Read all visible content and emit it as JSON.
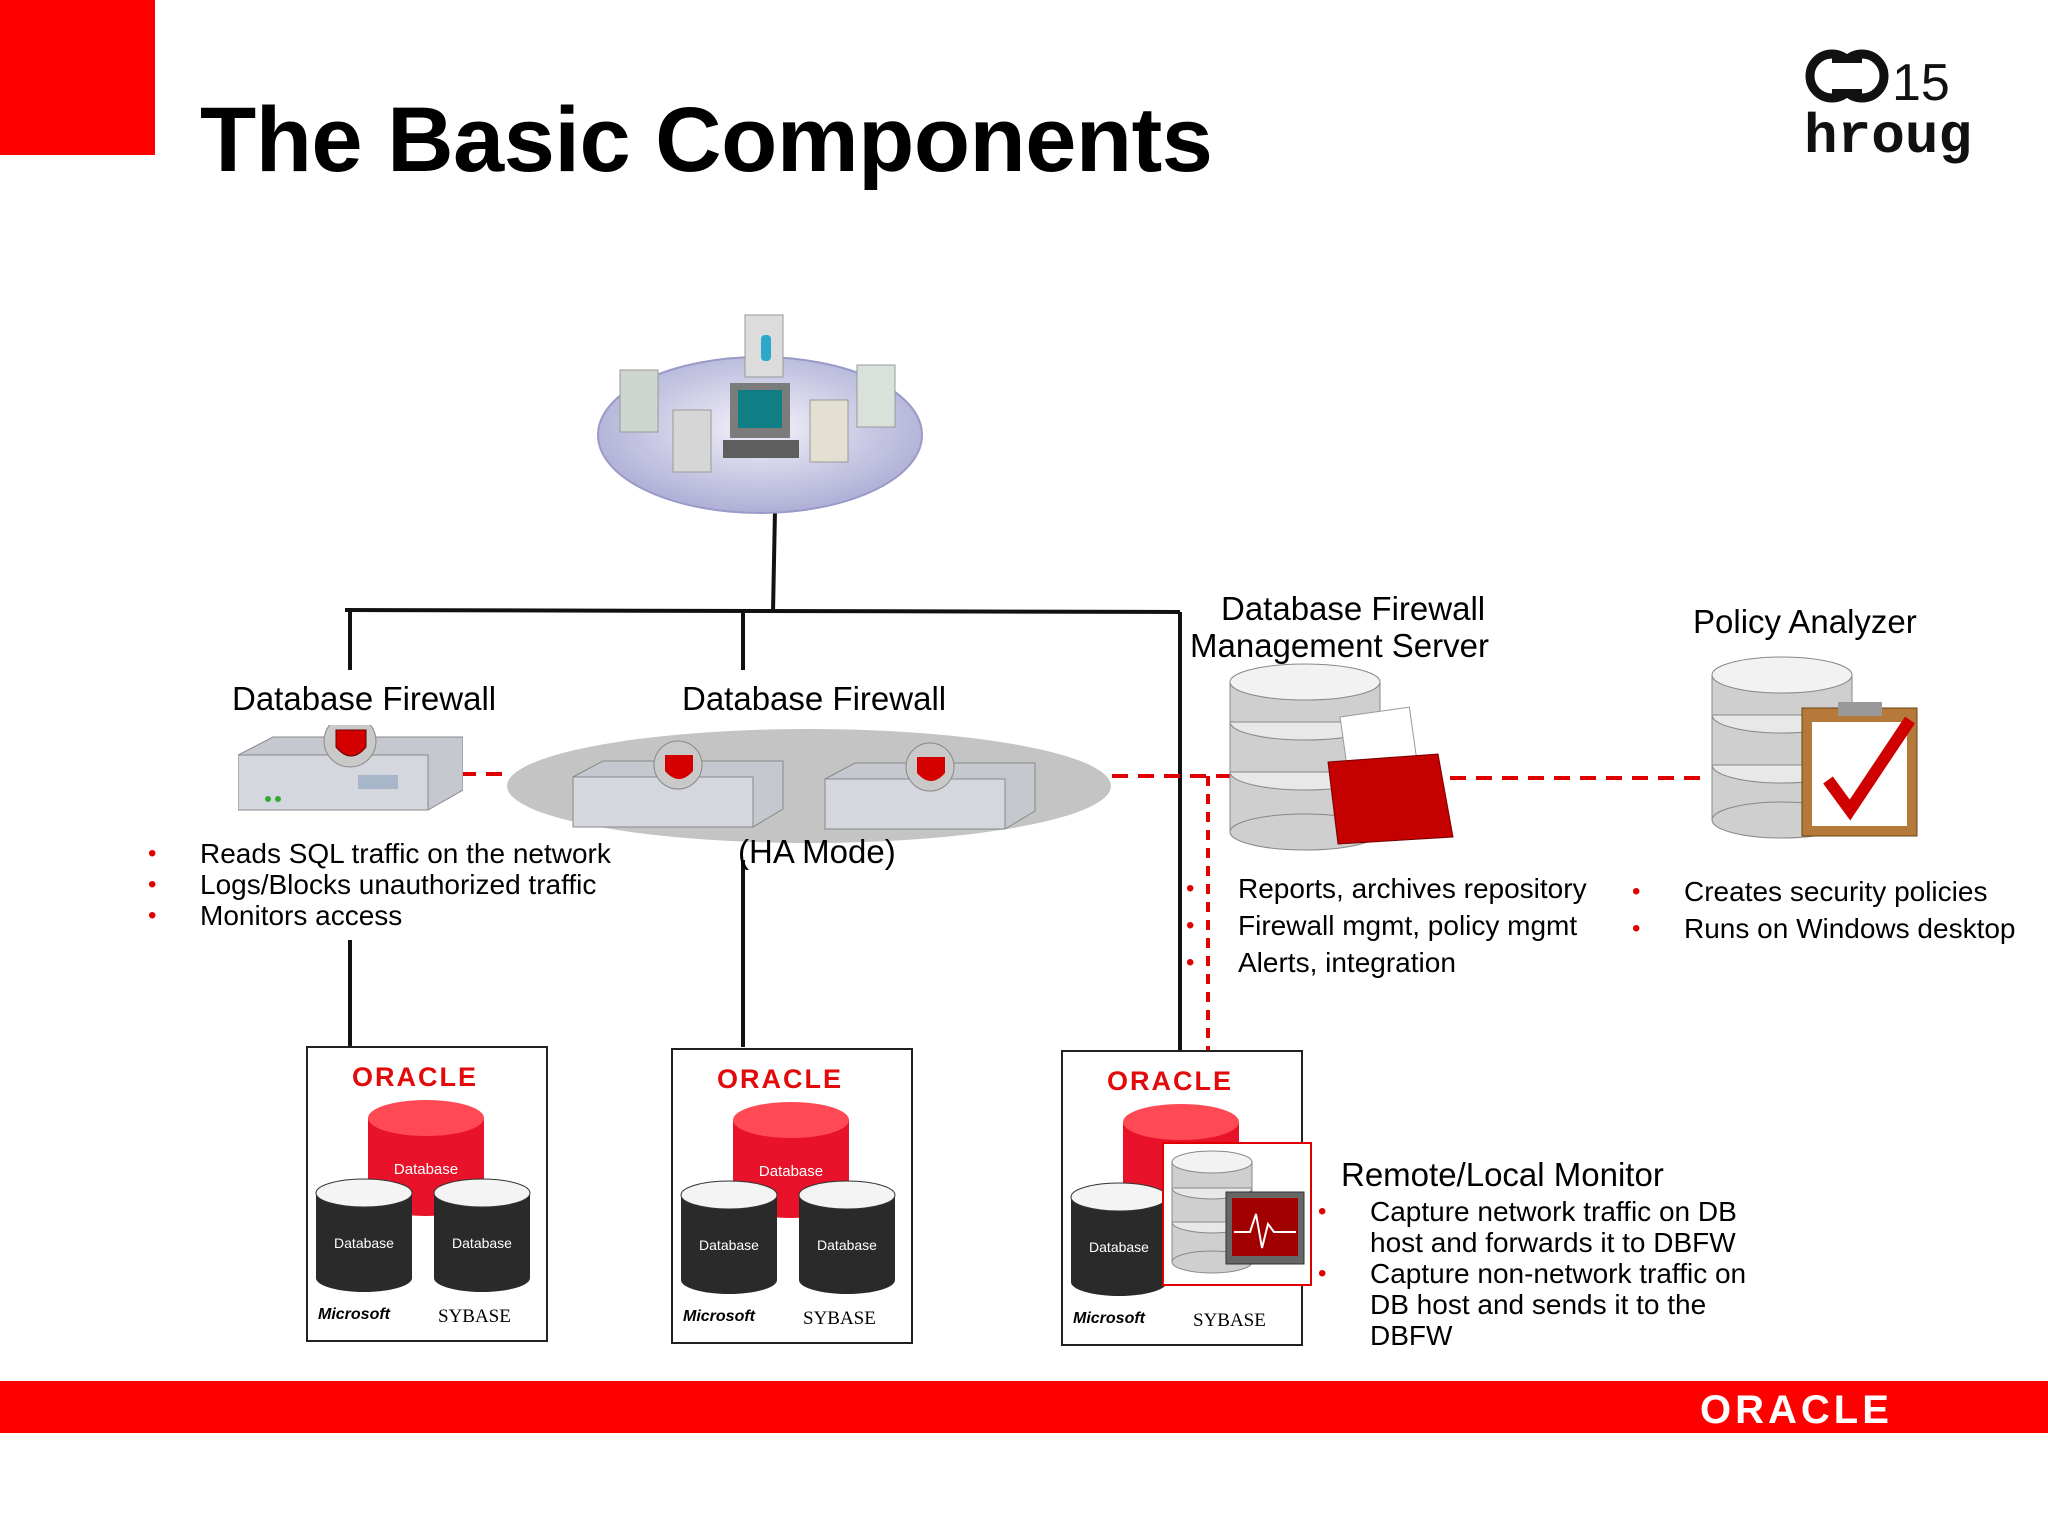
{
  "title": "The Basic Components",
  "logo": {
    "number": "15",
    "text": "hroug"
  },
  "footer": {
    "brand": "ORACLE"
  },
  "firewall_left": {
    "label": "Database Firewall",
    "bullets": [
      "Reads SQL traffic on the network",
      "Logs/Blocks unauthorized traffic",
      "Monitors access"
    ]
  },
  "firewall_ha": {
    "label": "Database Firewall",
    "mode": "(HA Mode)"
  },
  "mgmt_server": {
    "label_line1": "Database Firewall",
    "label_line2": "Management Server",
    "bullets": [
      "Reports, archives repository",
      "Firewall mgmt, policy mgmt",
      "Alerts, integration"
    ]
  },
  "policy_analyzer": {
    "label": "Policy Analyzer",
    "bullets": [
      "Creates security policies",
      "Runs on Windows desktop"
    ]
  },
  "monitor": {
    "label": "Remote/Local Monitor",
    "bullets": [
      [
        "Capture network traffic on DB",
        "host and forwards it to DBFW"
      ],
      [
        "Capture non-network traffic on",
        "DB host and sends it to the",
        "DBFW"
      ]
    ]
  },
  "db_stack": {
    "brand": "ORACLE",
    "db_label": "Database",
    "vendor1": "Microsoft",
    "vendor2": "SYBASE"
  },
  "colors": {
    "accent": "#ff0000",
    "link_dashed": "#e00000"
  }
}
